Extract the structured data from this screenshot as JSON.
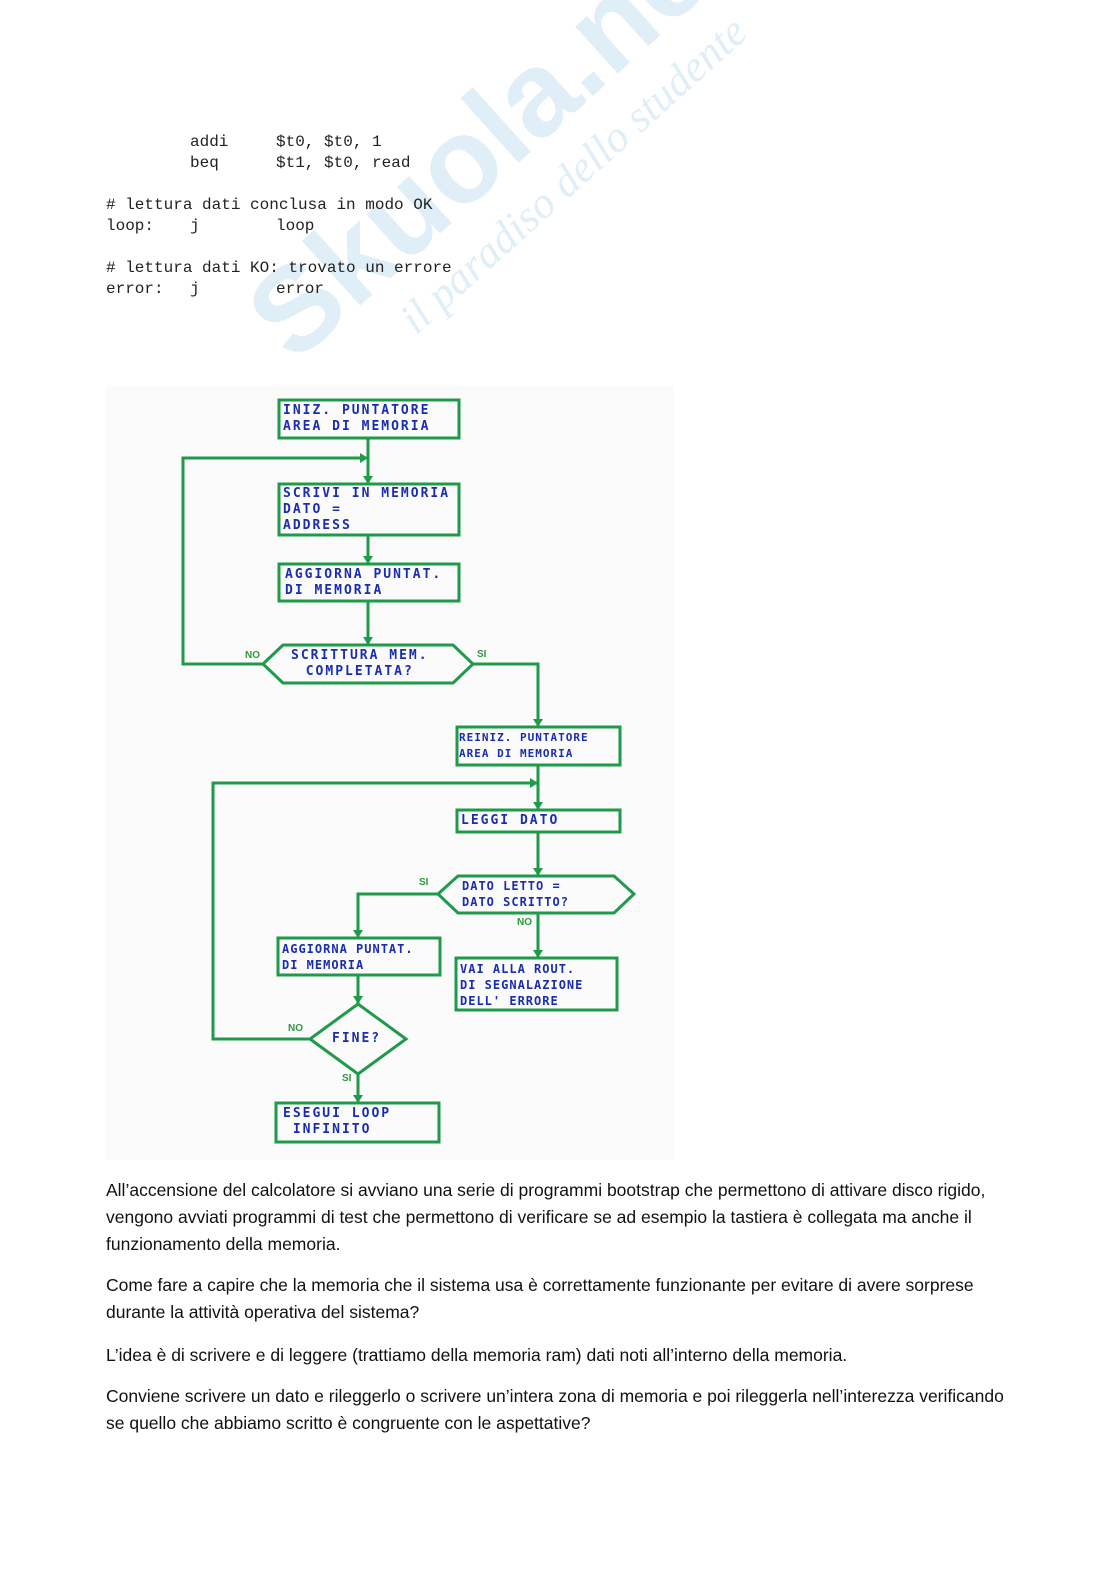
{
  "watermark": {
    "brand": "Skuola.net",
    "tagline": "il paradiso dello studente"
  },
  "code": [
    {
      "label": "",
      "op": "addi",
      "args": "$t0, $t0, 1"
    },
    {
      "label": "",
      "op": "beq",
      "args": "$t1, $t0, read"
    },
    {
      "comment": "# lettura dati conclusa in modo OK"
    },
    {
      "label": "loop:",
      "op": "j",
      "args": "loop"
    },
    {
      "comment": "# lettura dati KO: trovato un errore"
    },
    {
      "label": "error:",
      "op": "j",
      "args": "error"
    }
  ],
  "flowchart": {
    "box1": "INIZ. PUNTATORE\nAREA DI MEMORIA",
    "box2": "SCRIVI IN MEMORIA\nDATO =\nADDRESS",
    "box3": "AGGIORNA PUNTAT.\nDI MEMORIA",
    "dec1": "SCRITTURA MEM.\nCOMPLETATA?",
    "box4": "REINIZ. PUNTATORE\nAREA DI MEMORIA",
    "box5": "LEGGI DATO",
    "dec2": "DATO LETTO =\nDATO SCRITTO?",
    "box6": "AGGIORNA PUNTAT.\nDI MEMORIA",
    "box7": "VAI ALLA ROUT.\nDI SEGNALAZIONE\nDELL' ERRORE",
    "dec3": "FINE?",
    "box8": "ESEGUI LOOP\n INFINITO",
    "no": "NO",
    "si": "SI",
    "line_color": "#1f9a4a",
    "text_color": "#1a2db0"
  },
  "paragraphs": [
    "All’accensione del calcolatore si avviano una serie di programmi bootstrap che permettono di attivare disco rigido, vengono avviati programmi di test che permettono di verificare se ad esempio la tastiera è collegata ma anche il funzionamento della memoria.",
    "Come fare a capire che la memoria che il sistema usa è correttamente funzionante per evitare di avere sorprese durante la attività operativa del sistema?",
    "L’idea è di scrivere e di leggere (trattiamo della memoria ram) dati noti all’interno della memoria.",
    "Conviene scrivere un dato e rileggerlo o scrivere un’intera zona di memoria e poi rileggerla nell’interezza verificando se quello che abbiamo scritto è congruente con le aspettative?"
  ]
}
